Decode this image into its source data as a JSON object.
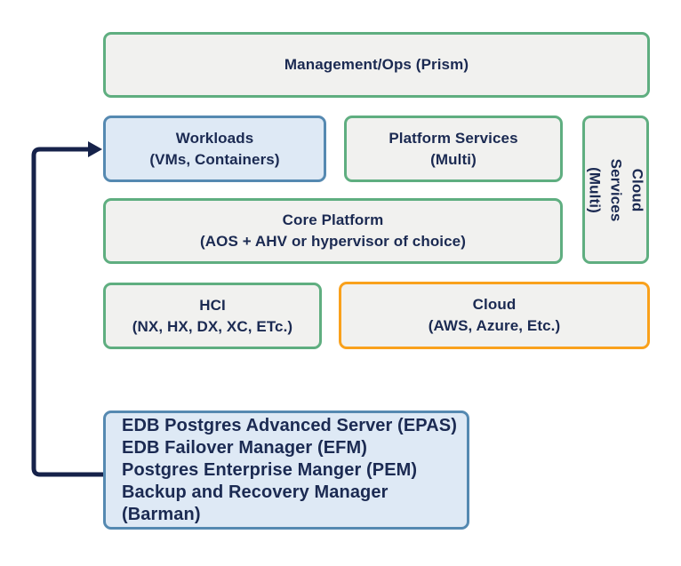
{
  "diagram": {
    "title": "Nutanix platform stack with EDB Postgres workloads",
    "boxes": {
      "management": {
        "line1": "Management/Ops (Prism)"
      },
      "workloads": {
        "line1": "Workloads",
        "line2": "(VMs, Containers)"
      },
      "platform_services": {
        "line1": "Platform Services",
        "line2": "(Multi)"
      },
      "cloud_services": {
        "line1": "Cloud Services",
        "line2": "(Multi)",
        "orientation": "vertical"
      },
      "core_platform": {
        "line1": "Core Platform",
        "line2": "(AOS + AHV or hypervisor of choice)"
      },
      "hci": {
        "line1": "HCI",
        "line2": "(NX, HX, DX, XC, ETc.)"
      },
      "cloud": {
        "line1": "Cloud",
        "line2": "(AWS, Azure, Etc.)"
      },
      "edb_stack": {
        "lines": [
          "EDB Postgres Advanced Server (EPAS)",
          "EDB Failover Manager (EFM)",
          "Postgres Enterprise Manger (PEM)",
          "Backup and Recovery Manager (Barman)"
        ]
      }
    },
    "arrow": {
      "from": "edb_stack",
      "to": "workloads"
    },
    "colors": {
      "green_border": "#5FAE80",
      "blue_border": "#5589B1",
      "orange_border": "#F9A11C",
      "gray_fill": "#F1F1EF",
      "blue_fill": "#DEE9F5",
      "text": "#1B2A52",
      "arrow": "#16224A"
    }
  }
}
